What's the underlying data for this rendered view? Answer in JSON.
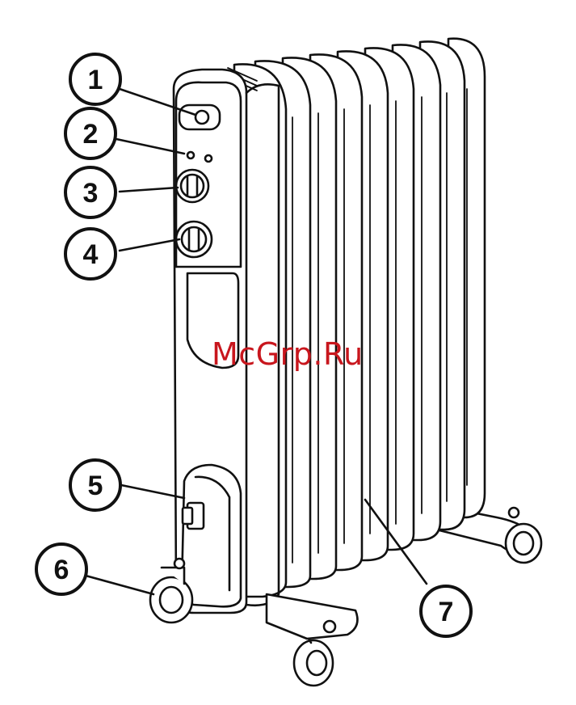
{
  "watermark": {
    "text": "McGrp.Ru",
    "color": "#c8161d"
  },
  "callouts": [
    {
      "number": "1",
      "part": "indicator-light"
    },
    {
      "number": "2",
      "part": "indicator-light"
    },
    {
      "number": "3",
      "part": "control-knob"
    },
    {
      "number": "4",
      "part": "control-knob"
    },
    {
      "number": "5",
      "part": "cord-storage"
    },
    {
      "number": "6",
      "part": "caster-wheel"
    },
    {
      "number": "7",
      "part": "heating-fin"
    }
  ],
  "colors": {
    "line": "#111111",
    "fill": "#ffffff"
  }
}
